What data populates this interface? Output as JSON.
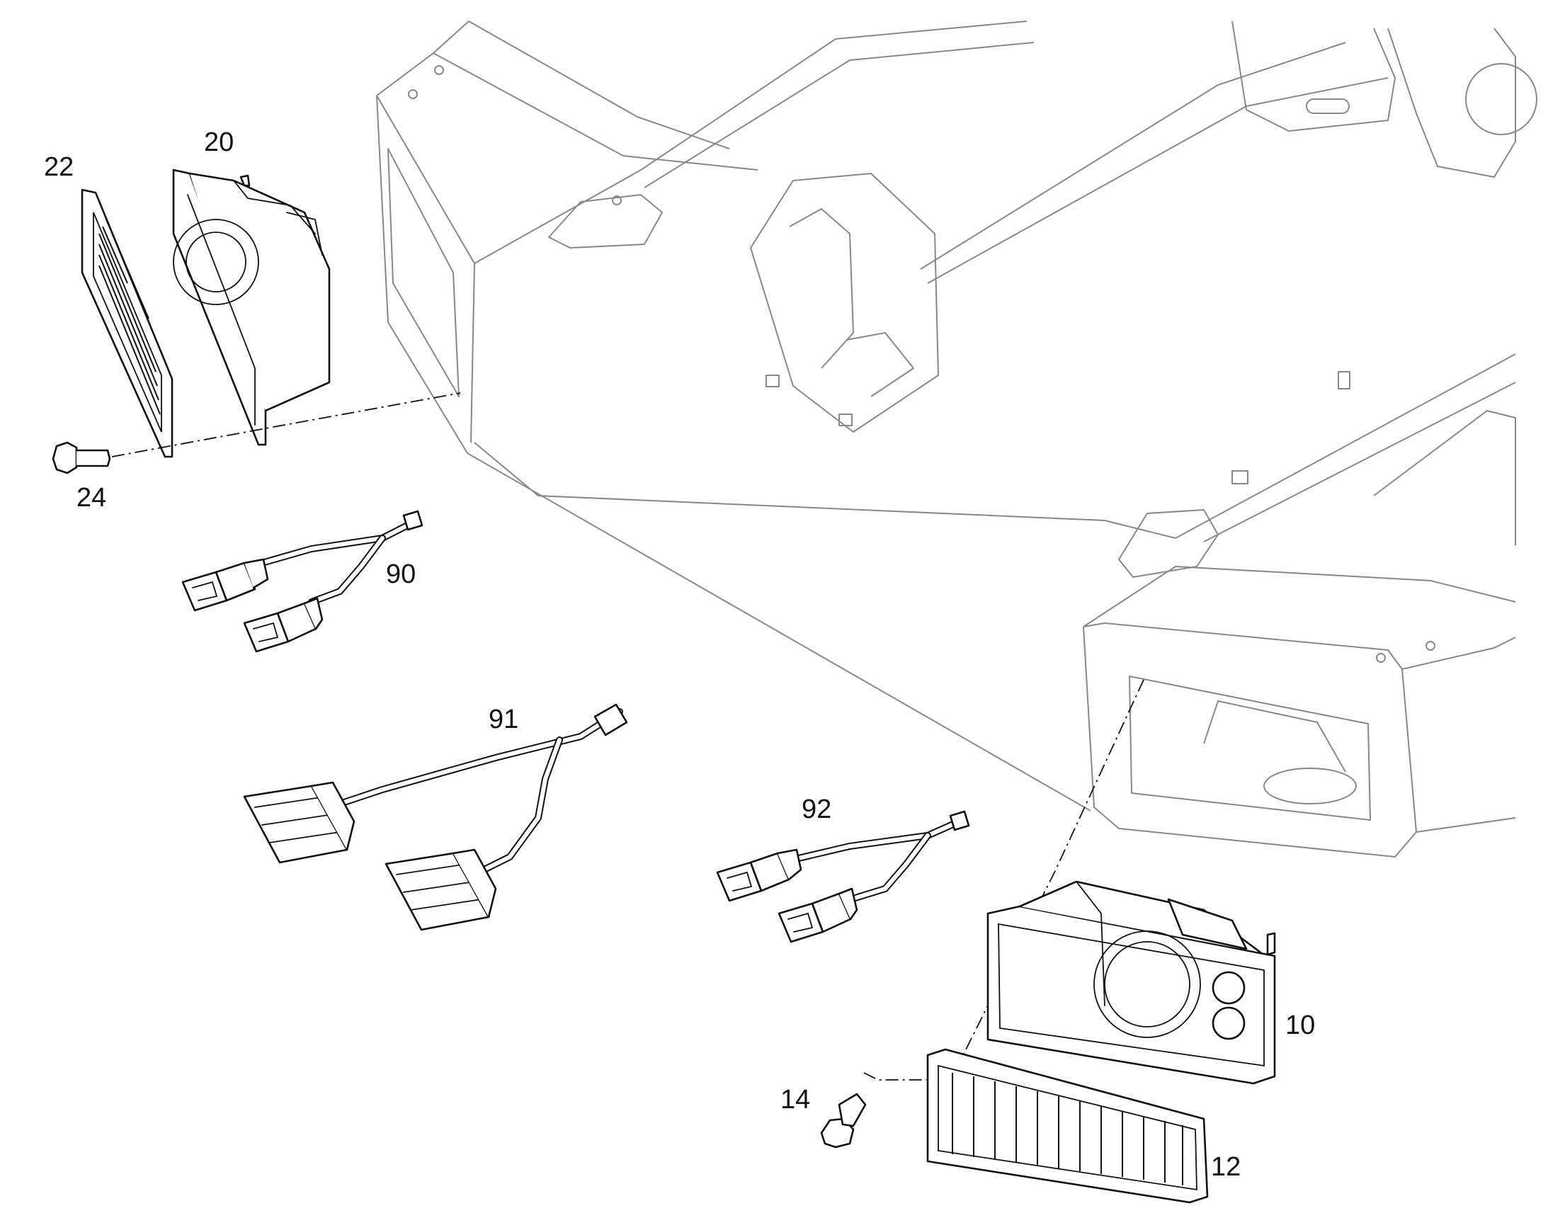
{
  "labels": {
    "p10": "10",
    "p12": "12",
    "p14": "14",
    "p20": "20",
    "p22": "22",
    "p24": "24",
    "p90": "90",
    "p91": "91",
    "p92": "92"
  },
  "colors": {
    "line": "#111111",
    "body_line": "#888888",
    "background": "#ffffff"
  }
}
